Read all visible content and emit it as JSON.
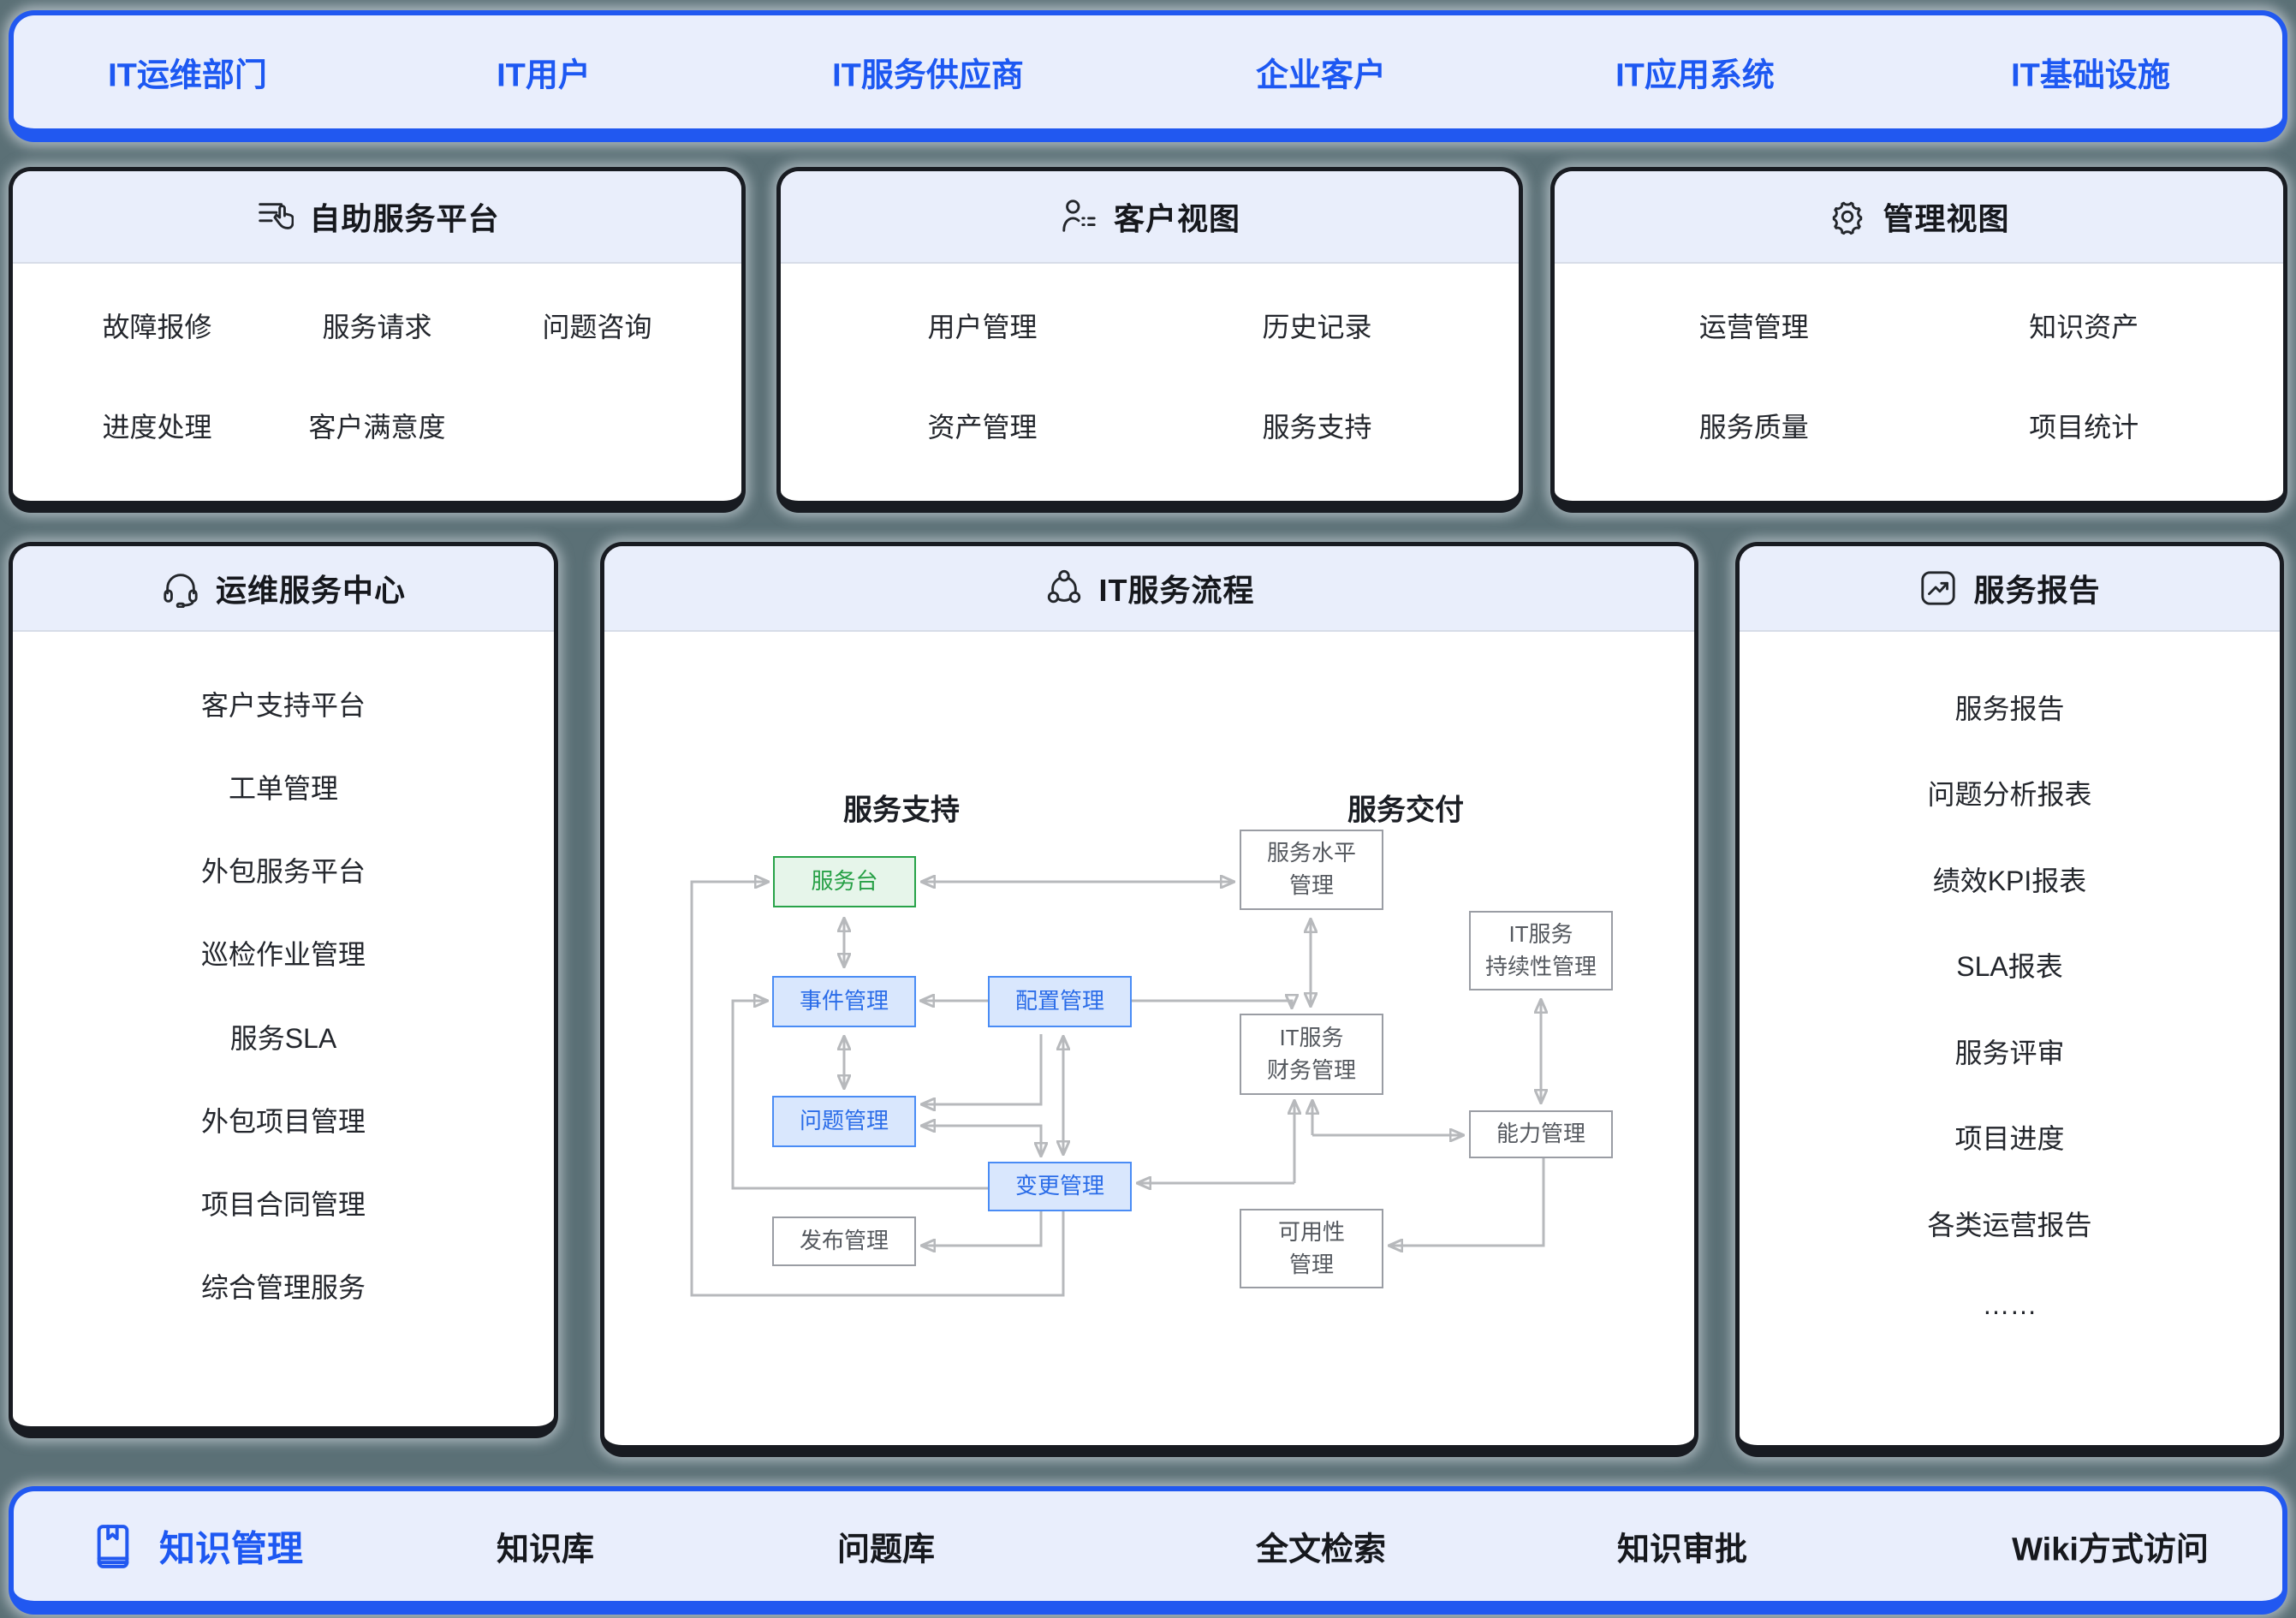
{
  "top_bar": {
    "items": [
      "IT运维部门",
      "IT用户",
      "IT服务供应商",
      "企业客户",
      "IT应用系统",
      "IT基础设施"
    ]
  },
  "cards": [
    {
      "title": "自助服务平台",
      "icon": "form-pointer-icon",
      "items": [
        "故障报修",
        "服务请求",
        "问题咨询",
        "进度处理",
        "客户满意度"
      ]
    },
    {
      "title": "客户视图",
      "icon": "person-list-icon",
      "items": [
        "用户管理",
        "历史记录",
        "资产管理",
        "服务支持"
      ]
    },
    {
      "title": "管理视图",
      "icon": "gear-icon",
      "items": [
        "运营管理",
        "知识资产",
        "服务质量",
        "项目统计"
      ]
    }
  ],
  "ops_panel": {
    "title": "运维服务中心",
    "icon": "headset-icon",
    "items": [
      "客户支持平台",
      "工单管理",
      "外包服务平台",
      "巡检作业管理",
      "服务SLA",
      "外包项目管理",
      "项目合同管理",
      "综合管理服务"
    ]
  },
  "flow_panel": {
    "title": "IT服务流程",
    "icon": "share-nodes-icon",
    "support_label": "服务支持",
    "delivery_label": "服务交付",
    "nodes": {
      "service_desk": "服务台",
      "incident": "事件管理",
      "problem": "问题管理",
      "release": "发布管理",
      "config": "配置管理",
      "change": "变更管理",
      "service_level": "服务水平\n管理",
      "finance": "IT服务\n财务管理",
      "availability": "可用性\n管理",
      "continuity": "IT服务\n持续性管理",
      "capacity": "能力管理"
    }
  },
  "report_panel": {
    "title": "服务报告",
    "icon": "trend-chart-icon",
    "items": [
      "服务报告",
      "问题分析报表",
      "绩效KPI报表",
      "SLA报表",
      "服务评审",
      "项目进度",
      "各类运营报告",
      "……"
    ]
  },
  "bottom_bar": {
    "title": "知识管理",
    "icon": "book-icon",
    "items": [
      "知识库",
      "问题库",
      "全文检索",
      "知识审批",
      "Wiki方式访问"
    ]
  },
  "colors": {
    "page_bg": "#5b7076",
    "accent_blue": "#2158f0",
    "panel_border": "#181b21",
    "header_bg": "#e9eefb",
    "node_green": "#27a046",
    "node_blue": "#2a6ce8",
    "node_gray_text": "#55595f",
    "arrow_gray": "#b7b9bc"
  }
}
